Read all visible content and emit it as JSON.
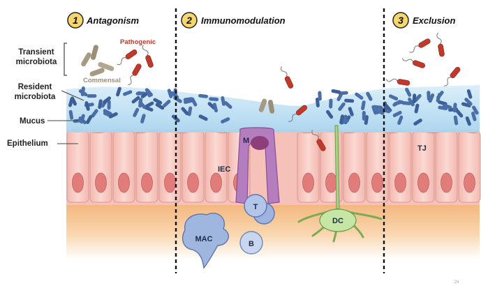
{
  "sections": [
    {
      "number": "1",
      "title": "Antagonism"
    },
    {
      "number": "2",
      "title": "Immunomodulation"
    },
    {
      "number": "3",
      "title": "Exclusion"
    }
  ],
  "layer_labels": {
    "transient_line1": "Transient",
    "transient_line2": "microbiota",
    "resident_line1": "Resident",
    "resident_line2": "microbiota",
    "mucus": "Mucus",
    "epithelium": "Epithelium"
  },
  "microbe_labels": {
    "pathogenic": "Pathogenic",
    "commensal": "Commensal"
  },
  "cell_labels": {
    "m_cell": "M",
    "iec": "IEC",
    "t_cell": "T",
    "b_cell": "B",
    "macrophage": "MAC",
    "dendritic": "DC",
    "tight_junction": "TJ"
  },
  "page_number": "24",
  "colors": {
    "mucus": "#bfe0f2",
    "resident_bacteria": "#4a6fa8",
    "epithelial_cell": "#f7c9c2",
    "nucleus": "#e07c79",
    "lamina_propria": "#f6c998",
    "pathogen": "#c0392b",
    "commensal": "#a79a84",
    "m_cell": "#a974b3",
    "immune_cell": "#9fb6de",
    "dendritic_cell": "#bfe09a",
    "badge": "#f5d76e"
  }
}
